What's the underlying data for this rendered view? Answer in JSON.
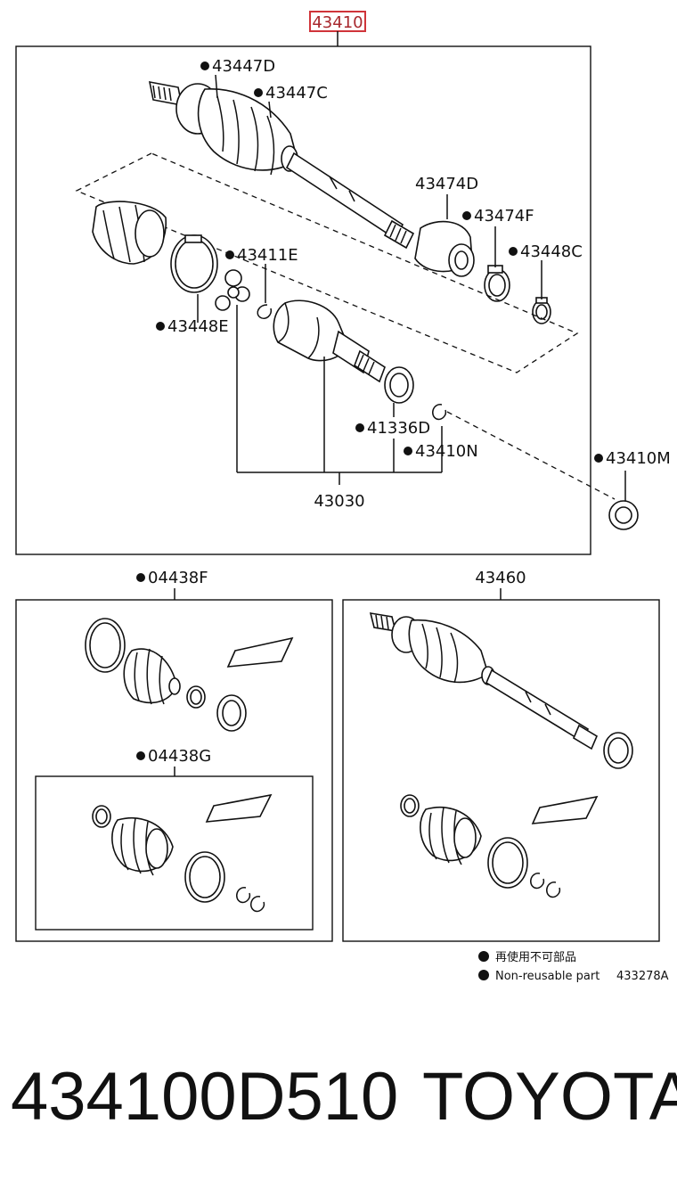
{
  "main_part_number": "43410",
  "callouts": {
    "c43447D": "43447D",
    "c43447C": "43447C",
    "c43474D": "43474D",
    "c43474F": "43474F",
    "c43448C": "43448C",
    "c43411E": "43411E",
    "c43448E": "43448E",
    "c41336D": "41336D",
    "c43410N": "43410N",
    "c43410M": "43410M",
    "c43030": "43030",
    "c04438F": "04438F",
    "c04438G": "04438G",
    "c43460": "43460"
  },
  "legend": {
    "jp": "再使用不可部品",
    "en": "Non-reusable part",
    "diagram_code": "433278A"
  },
  "footer": {
    "part_number": "434100D510",
    "brand": "TOYOTA"
  }
}
